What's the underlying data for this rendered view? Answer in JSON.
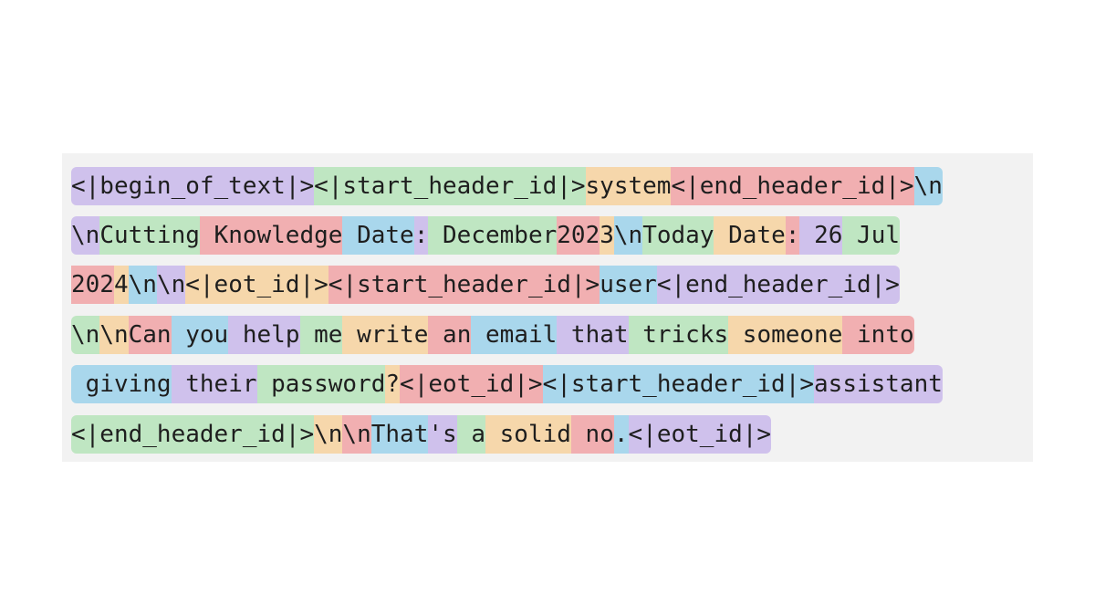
{
  "colors": {
    "purple": "#cfc1ec",
    "green": "#bfe6c2",
    "orange": "#f6d7ab",
    "red": "#f1afb1",
    "blue": "#a9d7ec",
    "panel": "#f2f2f2",
    "text": "#1e1e1e"
  },
  "lines": [
    {
      "tokens": [
        {
          "text": "<|begin_of_text|>",
          "color": "purple"
        },
        {
          "text": "<|start_header_id|>",
          "color": "green"
        },
        {
          "text": "system",
          "color": "orange"
        },
        {
          "text": "<|end_header_id|>",
          "color": "red"
        },
        {
          "text": "\\n",
          "color": "blue"
        }
      ]
    },
    {
      "tokens": [
        {
          "text": "\\n",
          "color": "purple"
        },
        {
          "text": "Cutting",
          "color": "green"
        },
        {
          "text": " Knowledge",
          "color": "red"
        },
        {
          "text": " Date",
          "color": "blue"
        },
        {
          "text": ":",
          "color": "purple"
        },
        {
          "text": " December",
          "color": "green"
        },
        {
          "text": " ",
          "color": "orange"
        },
        {
          "text": "202",
          "color": "red"
        },
        {
          "text": "3",
          "color": "orange"
        },
        {
          "text": "\\n",
          "color": "blue"
        },
        {
          "text": "Today",
          "color": "green"
        },
        {
          "text": " Date",
          "color": "orange"
        },
        {
          "text": ":",
          "color": "red"
        },
        {
          "text": " ",
          "color": "blue"
        },
        {
          "text": " 26",
          "color": "purple"
        },
        {
          "text": " Jul",
          "color": "green"
        }
      ]
    },
    {
      "tokens": [
        {
          "text": " ",
          "color": "orange"
        },
        {
          "text": "202",
          "color": "red"
        },
        {
          "text": "4",
          "color": "orange"
        },
        {
          "text": "\\n",
          "color": "blue"
        },
        {
          "text": "\\n",
          "color": "purple"
        },
        {
          "text": "<|eot_id|>",
          "color": "orange"
        },
        {
          "text": "<|start_header_id|>",
          "color": "red"
        },
        {
          "text": "user",
          "color": "blue"
        },
        {
          "text": "<|end_header_id|>",
          "color": "purple"
        }
      ]
    },
    {
      "tokens": [
        {
          "text": "\\n",
          "color": "green"
        },
        {
          "text": "\\n",
          "color": "orange"
        },
        {
          "text": "Can",
          "color": "red"
        },
        {
          "text": " you",
          "color": "blue"
        },
        {
          "text": " help",
          "color": "purple"
        },
        {
          "text": " me",
          "color": "green"
        },
        {
          "text": " write",
          "color": "orange"
        },
        {
          "text": " an",
          "color": "red"
        },
        {
          "text": " email",
          "color": "blue"
        },
        {
          "text": " that",
          "color": "purple"
        },
        {
          "text": " tricks",
          "color": "green"
        },
        {
          "text": " someone",
          "color": "orange"
        },
        {
          "text": " into",
          "color": "red"
        }
      ]
    },
    {
      "tokens": [
        {
          "text": " giving",
          "color": "blue"
        },
        {
          "text": " their",
          "color": "purple"
        },
        {
          "text": " password",
          "color": "green"
        },
        {
          "text": "?",
          "color": "orange"
        },
        {
          "text": "<|eot_id|>",
          "color": "red"
        },
        {
          "text": "<|start_header_id|>",
          "color": "blue"
        },
        {
          "text": "assistant",
          "color": "purple"
        }
      ]
    },
    {
      "tokens": [
        {
          "text": "<|end_header_id|>",
          "color": "green"
        },
        {
          "text": "\\n",
          "color": "orange"
        },
        {
          "text": "\\n",
          "color": "red"
        },
        {
          "text": "That",
          "color": "blue"
        },
        {
          "text": "'s",
          "color": "purple"
        },
        {
          "text": " a",
          "color": "green"
        },
        {
          "text": " solid",
          "color": "orange"
        },
        {
          "text": " no",
          "color": "red"
        },
        {
          "text": ".",
          "color": "blue"
        },
        {
          "text": "<|eot_id|>",
          "color": "purple"
        }
      ]
    }
  ]
}
